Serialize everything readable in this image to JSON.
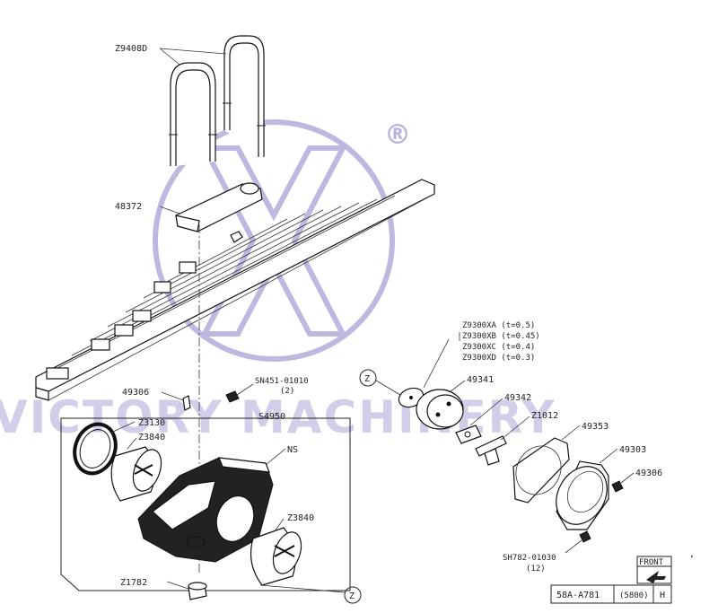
{
  "watermark": {
    "text": "VICTORY MACHINERY",
    "registered_mark": "®",
    "logo_letter": "X",
    "color": "#8a7fc7"
  },
  "labels": {
    "ubolt": "Z9408D",
    "spring_seat": "48372",
    "shim_a": "Z9300XA (t=0.5)",
    "shim_b": "Z9300XB (t=0.45)",
    "shim_c": "Z9300XC (t=0.4)",
    "shim_d": "Z9300XD (t=0.3)",
    "cap": "49341",
    "plate": "49342",
    "bolt": "Z1012",
    "gasket": "49353",
    "cover": "49303",
    "screw_right": "49306",
    "screw_right_ref": "SH782-01030",
    "screw_right_qty": "(12)",
    "nipple": "49306",
    "bolt_top": "SN451-01010",
    "bolt_top_qty": "(2)",
    "housing_assy": "S4950",
    "seal": "Z3130",
    "bushing_left": "Z3840",
    "housing": "NS",
    "bushing_right": "Z3840",
    "plug": "Z1782",
    "callout_z": "Z"
  },
  "footer": {
    "front_label": "FRONT",
    "drawing_no": "58A-A781",
    "model": "(5800)",
    "rev": "H"
  }
}
